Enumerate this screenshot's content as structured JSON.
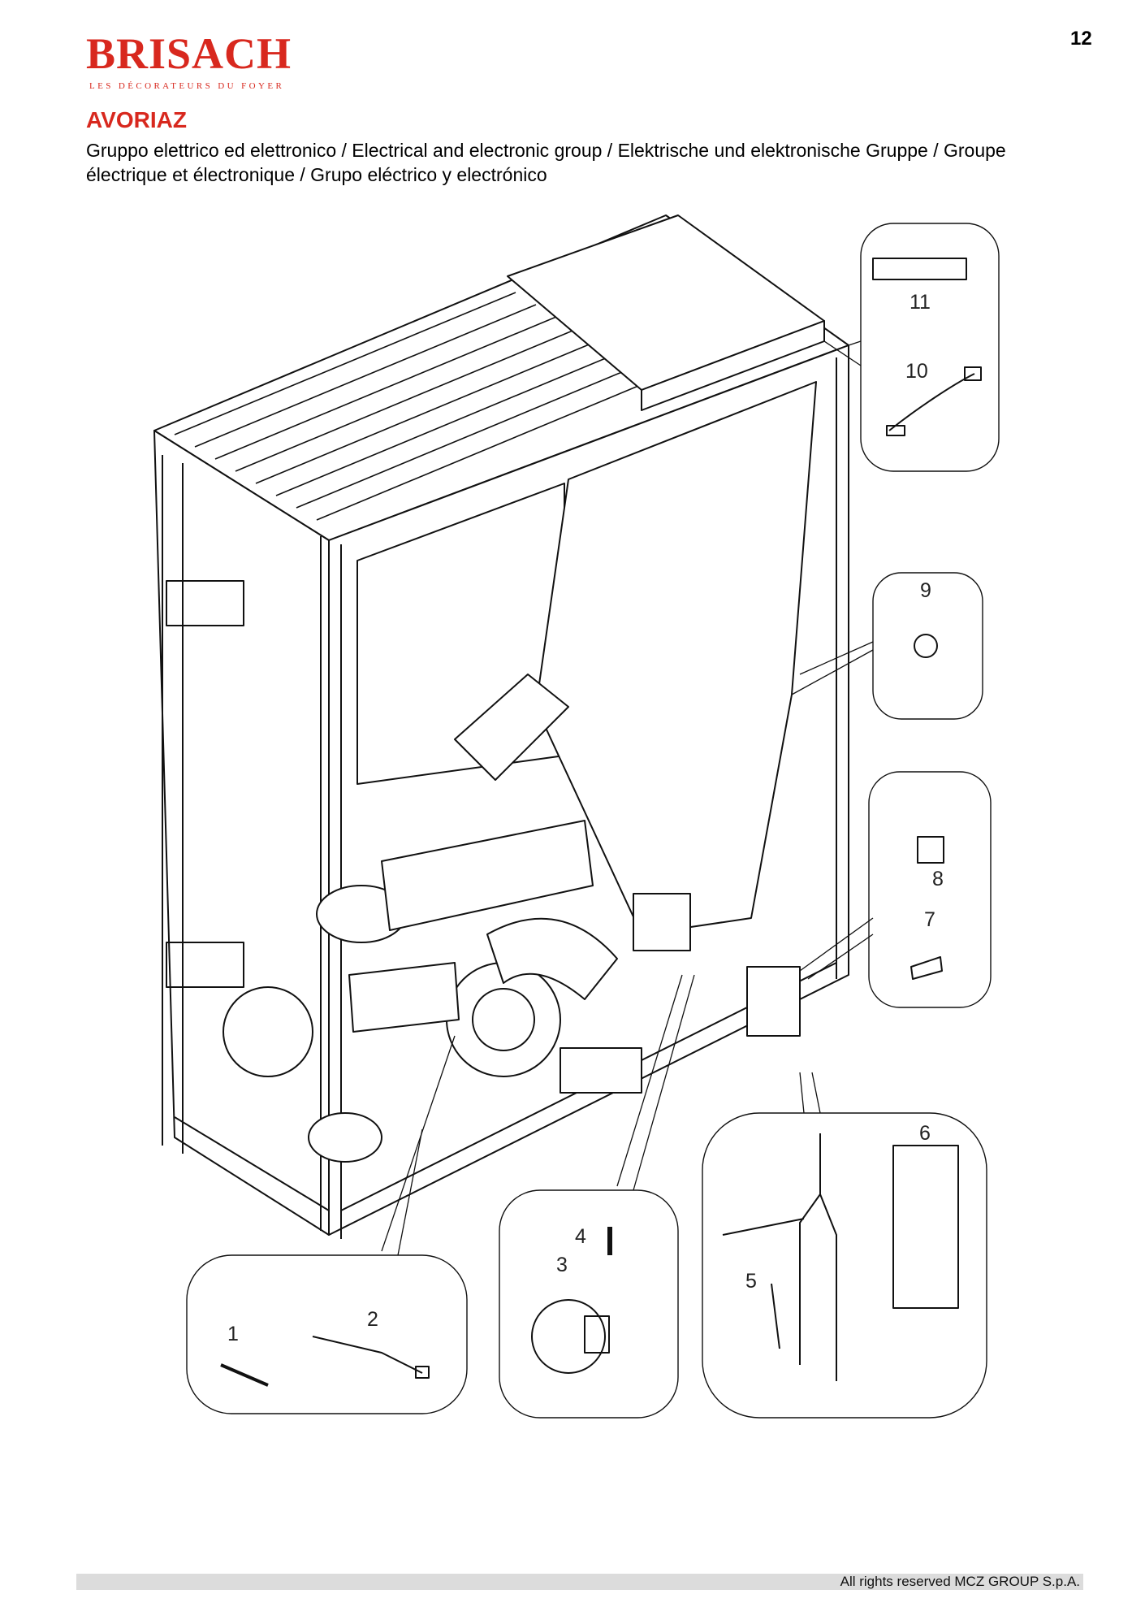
{
  "page_number": "12",
  "brand": {
    "name": "BRISACH",
    "tagline": "LES DÉCORATEURS DU FOYER",
    "color": "#d8281e"
  },
  "model": "AVORIAZ",
  "subtitle": "Gruppo elettrico ed elettronico / Electrical and electronic group / Elektrische und elektronische Gruppe / Groupe électrique et électronique / Grupo eléctrico y electrónico",
  "callouts": [
    "1",
    "2",
    "3",
    "4",
    "5",
    "6",
    "7",
    "8",
    "9",
    "10",
    "11"
  ],
  "footer": "All rights reserved MCZ GROUP S.p.A."
}
